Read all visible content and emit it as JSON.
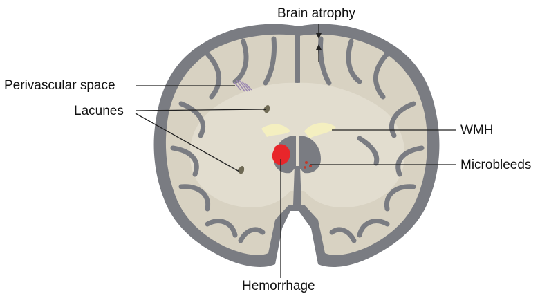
{
  "labels": {
    "brain_atrophy": "Brain atrophy",
    "perivascular_space": "Perivascular space",
    "lacunes": "Lacunes",
    "wmh": "WMH",
    "microbleeds": "Microbleeds",
    "hemorrhage": "Hemorrhage"
  },
  "colors": {
    "skull_outline": "#7a7c82",
    "brain_tissue": "#d8d2c2",
    "white_matter_light": "#e4dfd1",
    "sulcus_lines": "#6e6a5c",
    "lacune": "#6f6a55",
    "wmh": "#f4efc0",
    "hemorrhage": "#e8262a",
    "microbleeds": "#c23a2a",
    "perivascular": "#9a86b2",
    "leader_lines": "#222222"
  }
}
